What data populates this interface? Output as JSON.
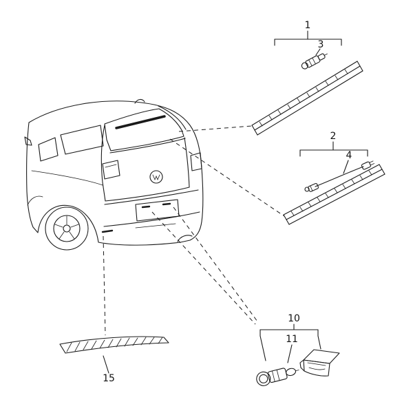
{
  "diagram": {
    "type": "exploded-parts-diagram",
    "subject": "hatchback-rear-lighting",
    "callouts": {
      "part1": {
        "label": "1"
      },
      "part2": {
        "label": "2"
      },
      "bulb3": {
        "label": "3"
      },
      "bulb4": {
        "label": "4"
      },
      "group10": {
        "label": "10"
      },
      "bulb11": {
        "label": "11"
      },
      "reflector15": {
        "label": "15"
      }
    }
  },
  "colors": {
    "line": "#1a1a1a",
    "background": "#ffffff"
  }
}
